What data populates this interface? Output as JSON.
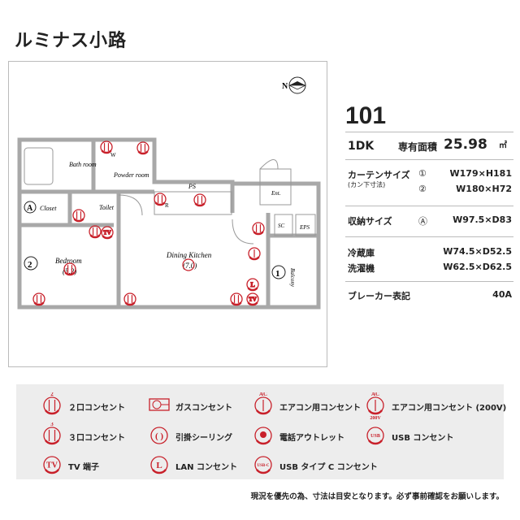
{
  "property_name": "ルミナス小路",
  "room_number": "101",
  "layout_type": "1DK",
  "area": {
    "label": "専有面積",
    "value": "25.98",
    "unit": "㎡"
  },
  "curtain": {
    "label": "カーテンサイズ",
    "sublabel": "(カン下寸法)",
    "items": [
      {
        "marker": "①",
        "size": "W179×H181"
      },
      {
        "marker": "②",
        "size": "W180×H72"
      }
    ]
  },
  "storage": {
    "label": "収納サイズ",
    "marker": "Ⓐ",
    "size": "W97.5×D83"
  },
  "fridge": {
    "label": "冷蔵庫",
    "size": "W74.5×D52.5"
  },
  "washer": {
    "label": "洗濯機",
    "size": "W62.5×D62.5"
  },
  "breaker": {
    "label": "ブレーカー表記",
    "value": "40A"
  },
  "plan": {
    "compass": "N",
    "rooms": {
      "bath": "Bath room",
      "powder": "Powder room",
      "closet": "Closet",
      "closet_marker": "A",
      "toilet": "Toilet",
      "ps": "PS",
      "ent": "Ent.",
      "sc": "SC",
      "eps": "EPS",
      "bedroom": "Bedroom",
      "bedroom_size": "(5.2)",
      "bedroom_window": "2",
      "dk": "Dining Kitchen",
      "dk_size": "(7.0)",
      "dk_window": "1",
      "balcony": "Balcony",
      "washer_mark": "W",
      "fridge_mark": "R"
    }
  },
  "legend": [
    {
      "icon": "outlet-2-icon",
      "label": "２口コンセント"
    },
    {
      "icon": "gas-outlet-icon",
      "label": "ガスコンセント"
    },
    {
      "icon": "ac-outlet-icon",
      "label": "エアコン用コンセント"
    },
    {
      "icon": "ac-200v-outlet-icon",
      "label": "エアコン用コンセント (200V)"
    },
    {
      "icon": "outlet-3-icon",
      "label": "３口コンセント"
    },
    {
      "icon": "ceiling-hook-icon",
      "label": "引掛シーリング"
    },
    {
      "icon": "phone-outlet-icon",
      "label": "電話アウトレット"
    },
    {
      "icon": "usb-outlet-icon",
      "label": "USB コンセント"
    },
    {
      "icon": "tv-terminal-icon",
      "label": "TV 端子"
    },
    {
      "icon": "lan-outlet-icon",
      "label": "LAN コンセント"
    },
    {
      "icon": "usbc-outlet-icon",
      "label": "USB タイプ C コンセント"
    }
  ],
  "legend_marks": {
    "two": "2",
    "three": "3",
    "ac": "AC",
    "v200": "200V",
    "tv": "TV",
    "lan": "L",
    "usb": "USB",
    "usbc": "USB-C"
  },
  "note": "現況を優先の為、寸法は目安となります。必ず事前確認をお願いします。",
  "colors": {
    "accent": "#c8202a",
    "wall": "#a8a8a8",
    "legend_bg": "#ededed"
  }
}
